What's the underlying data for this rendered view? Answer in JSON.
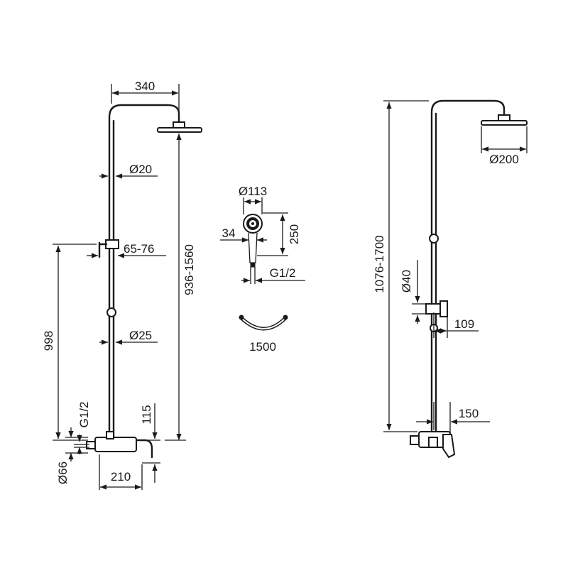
{
  "left_view": {
    "head_reach": "340",
    "pipe_diameter_upper": "Ø20",
    "slider_range": "65-76",
    "total_height": "936-1560",
    "pipe_diameter_lower": "Ø25",
    "mixer_height": "998",
    "inlet_thread": "G1/2",
    "spout_drop": "115",
    "inlet_diameter": "Ø66",
    "spout_length": "210"
  },
  "hand_shower": {
    "head_diameter": "Ø113",
    "head_width": "34",
    "length": "250",
    "thread": "G1/2",
    "hose_length": "1500"
  },
  "right_view": {
    "total_height": "1076-1700",
    "head_diameter": "Ø200",
    "holder_diameter": "Ø40",
    "holder_offset": "109",
    "mixer_offset": "150"
  }
}
